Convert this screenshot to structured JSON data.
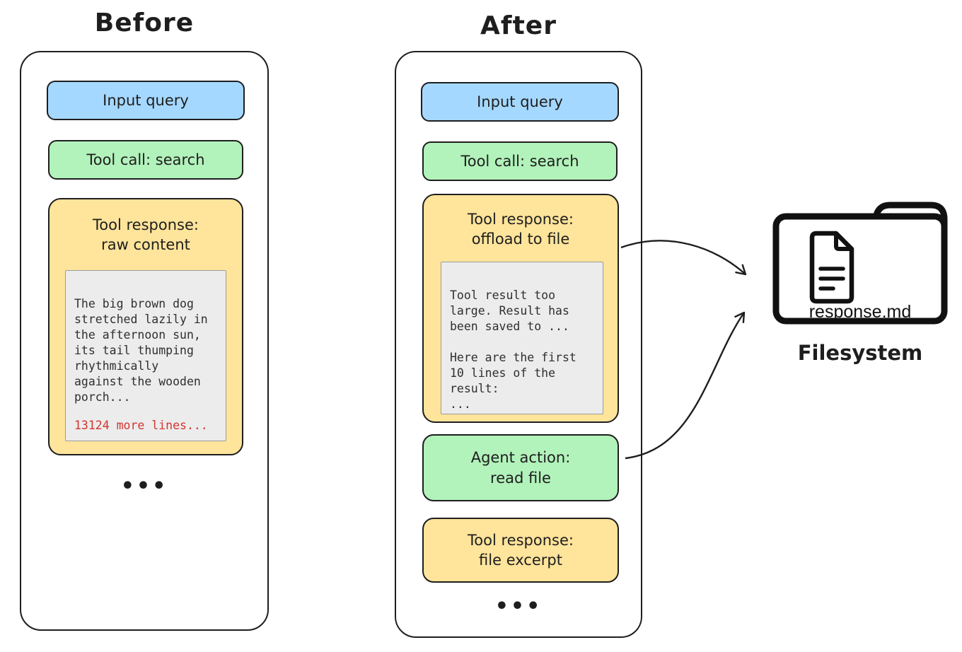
{
  "before": {
    "title": "Before",
    "input_query": "Input query",
    "tool_call": "Tool call: search",
    "tool_response_title": "Tool response:\nraw content",
    "raw_content": "The big brown dog\nstretched lazily in\nthe afternoon sun,\nits tail thumping\nrhythmically\nagainst the wooden\nporch...",
    "more_lines": "13124 more lines...",
    "ellipsis": "•••"
  },
  "after": {
    "title": "After",
    "input_query": "Input query",
    "tool_call": "Tool call: search",
    "tool_response_title": "Tool response:\noffload to file",
    "offload_text": "Tool result too\nlarge. Result has\nbeen saved to ...\n\nHere are the first\n10 lines of the\nresult:\n...",
    "agent_action": "Agent action:\nread file",
    "file_excerpt": "Tool response:\nfile excerpt",
    "ellipsis": "•••"
  },
  "filesystem": {
    "file_name": "response.md",
    "label": "Filesystem"
  },
  "icons": {
    "filesystem": "folder-icon",
    "file": "document-icon"
  },
  "edges": [
    {
      "from": "tool-response-offload-box",
      "to": "filesystem-folder"
    },
    {
      "from": "agent-action-read-file-box",
      "to": "filesystem-folder"
    }
  ],
  "colors": {
    "blue": "#a5d8ff",
    "green": "#b2f2bb",
    "yellow": "#ffe49b",
    "panel_gray": "#ececec",
    "stroke": "#1e1e1e",
    "red": "#d1342f"
  }
}
